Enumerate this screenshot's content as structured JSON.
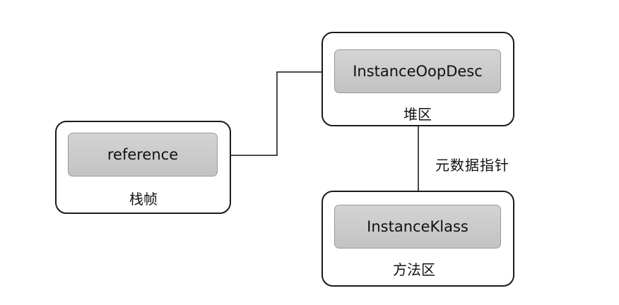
{
  "stack_frame": {
    "label": "栈帧",
    "box": {
      "label": "reference"
    }
  },
  "heap": {
    "label": "堆区",
    "box": {
      "label": "InstanceOopDesc"
    }
  },
  "method_area": {
    "label": "方法区",
    "box": {
      "label": "InstanceKlass"
    }
  },
  "edges": [
    {
      "from": "reference",
      "to": "InstanceOopDesc"
    },
    {
      "from": "InstanceOopDesc",
      "to": "InstanceKlass",
      "label": "元数据指针"
    }
  ]
}
